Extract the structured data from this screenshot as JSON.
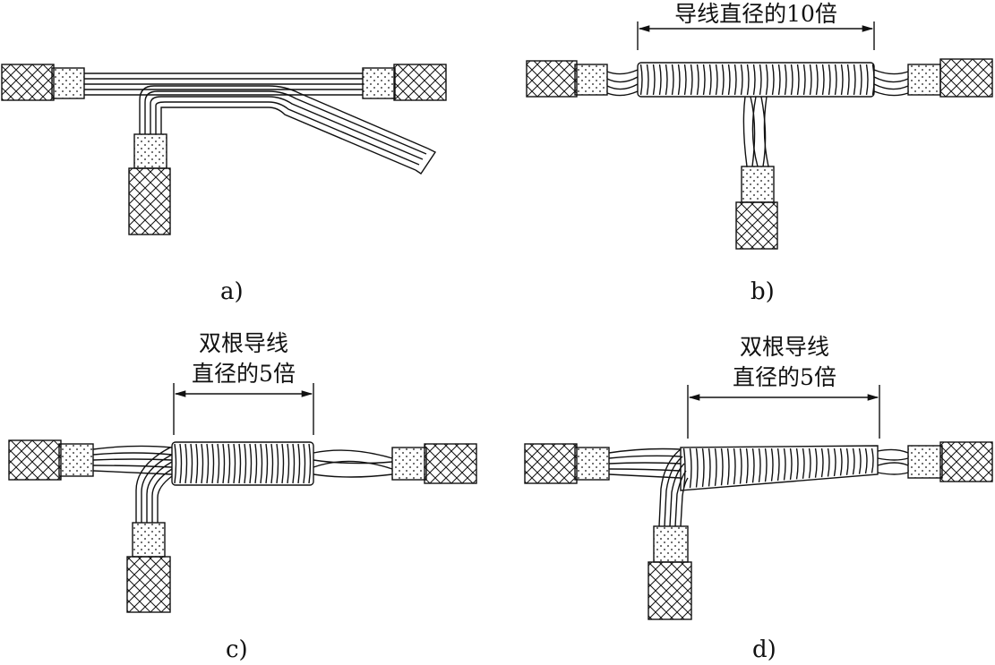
{
  "panels": [
    {
      "id": "a",
      "caption": "a)",
      "dimension_label": []
    },
    {
      "id": "b",
      "caption": "b)",
      "dimension_label": [
        "导线直径的10倍"
      ]
    },
    {
      "id": "c",
      "caption": "c)",
      "dimension_label": [
        "双根导线",
        "直径的5倍"
      ]
    },
    {
      "id": "d",
      "caption": "d)",
      "dimension_label": [
        "双根导线",
        "直径的5倍"
      ]
    }
  ],
  "colors": {
    "ink": "#111111",
    "background": "#ffffff"
  }
}
